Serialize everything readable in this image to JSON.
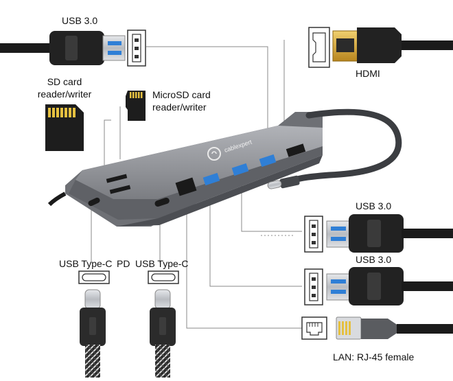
{
  "labels": {
    "usb30_top": "USB 3.0",
    "hdmi": "HDMI",
    "sd_line1": "SD card",
    "sd_line2": "reader/writer",
    "microsd_line1": "MicroSD card",
    "microsd_line2": "reader/writer",
    "usb30_mid": "USB 3.0",
    "usb30_low": "USB 3.0",
    "usbc_left": "USB Type-C",
    "pd": "PD",
    "usbc_right": "USB Type-C",
    "lan": "LAN: RJ-45 female",
    "brand": "cablexpert"
  },
  "colors": {
    "hub_body": "#8d8f94",
    "hub_top": "#a4a6ab",
    "port_blue": "#2f7fd6",
    "cable_black": "#1b1b1b",
    "connector_metal": "#c9ccd1",
    "hdmi_gold": "#d9a83a",
    "sd_gold": "#e5c040",
    "line_gray": "#8a8a8a"
  },
  "icons": [
    "usb-a-port-icon",
    "hdmi-port-icon",
    "usb-c-port-icon",
    "rj45-port-icon",
    "sd-card-icon",
    "microsd-card-icon"
  ]
}
